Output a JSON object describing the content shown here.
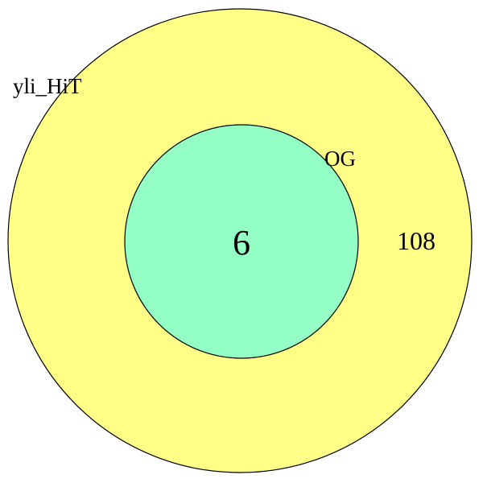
{
  "diagram": {
    "type": "venn",
    "sets": [
      {
        "name": "yli_HiT",
        "color": "#ffff88",
        "count_only_here": "108"
      },
      {
        "name": "OG",
        "color": "#93ffc4",
        "count_only_here": "6"
      }
    ],
    "outline_color": "#000000"
  }
}
